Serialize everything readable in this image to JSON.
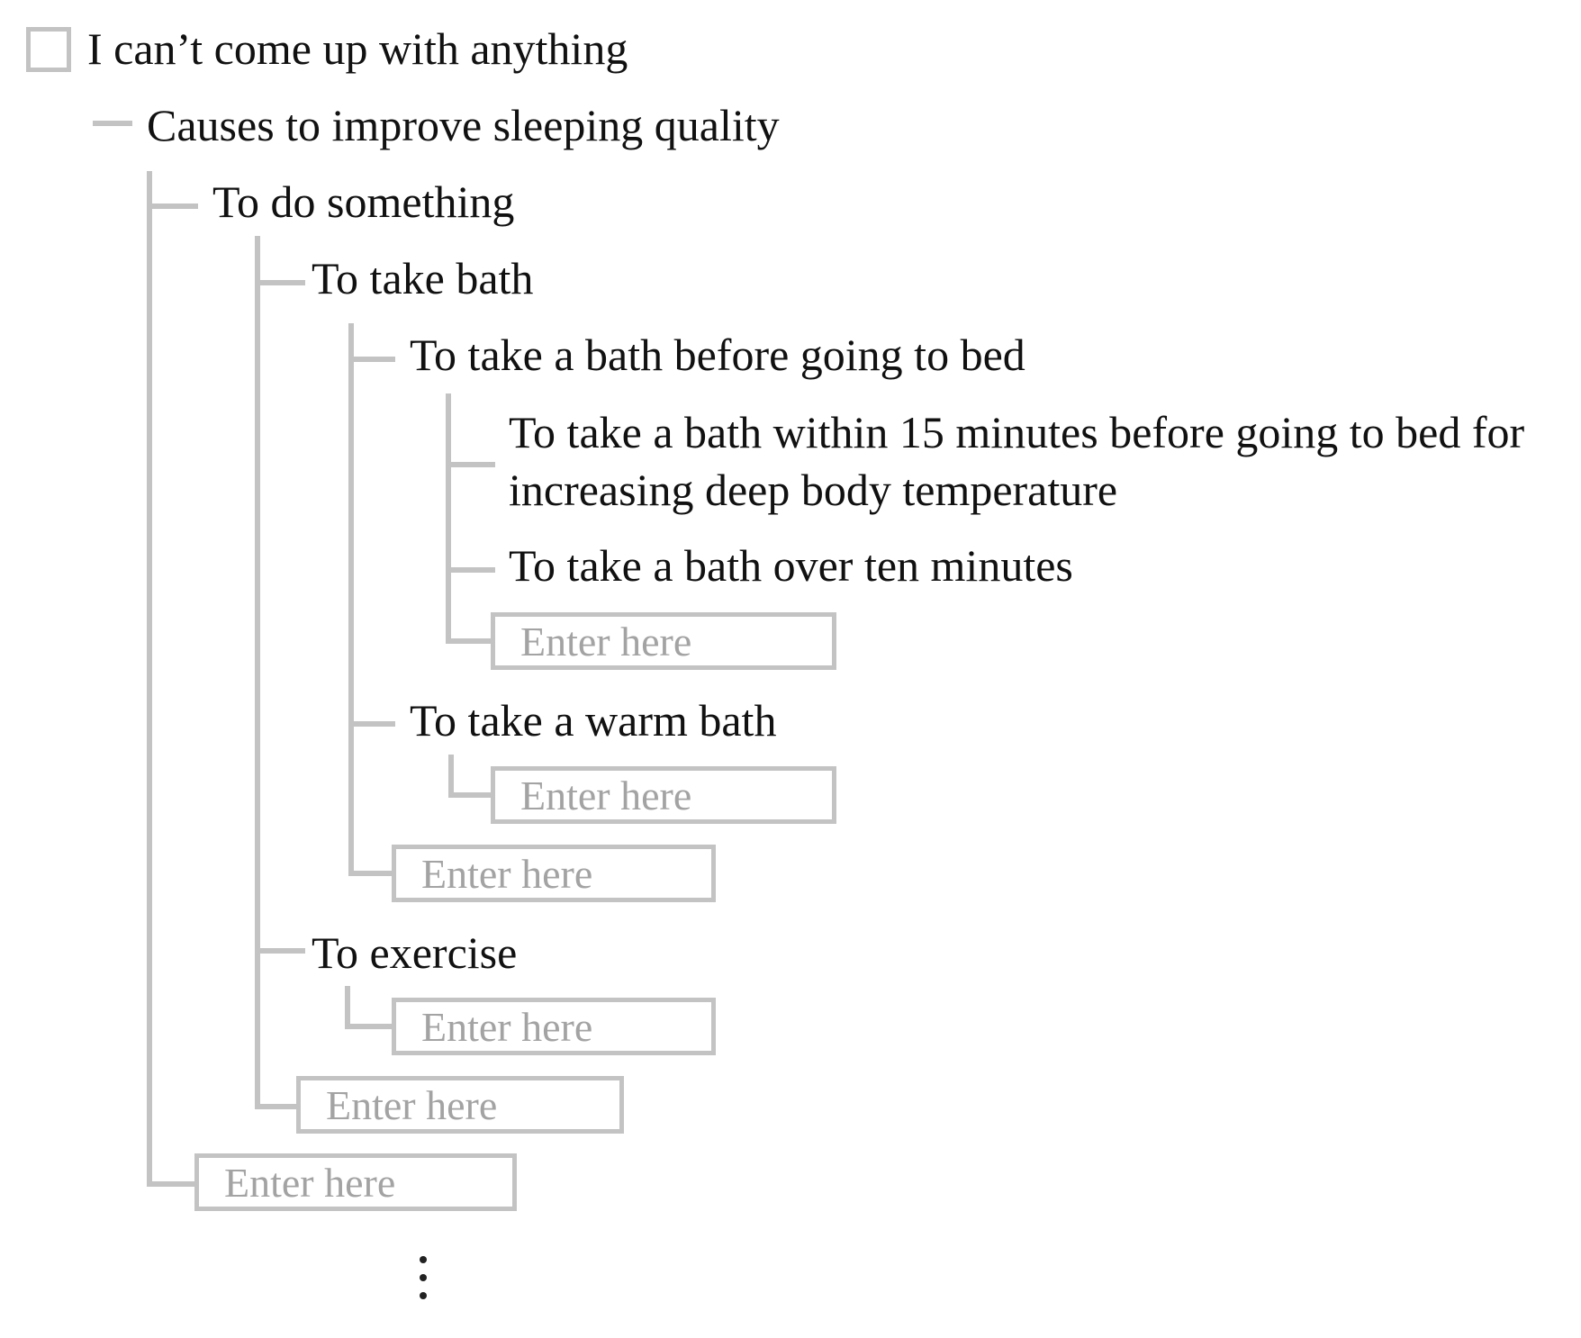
{
  "root": {
    "checkbox_label": "I can’t come up with anything"
  },
  "tree": {
    "root_node": "Causes to improve sleeping quality",
    "node_do_something": "To do something",
    "node_take_bath": "To take bath",
    "node_bath_before_bed": "To take a bath before going to bed",
    "node_bath_15_min": "To take a bath within 15 minutes before going to bed for increasing deep body temperature",
    "node_bath_ten_min": "To take a bath over ten minutes",
    "node_warm_bath": "To take a warm bath",
    "node_exercise": "To exercise"
  },
  "inputs": {
    "placeholder": "Enter here"
  },
  "icons": {
    "collapse": "minus-icon",
    "more": "vertical-ellipsis-icon"
  },
  "colors": {
    "line": "#c3c3c3",
    "text": "#111111",
    "placeholder": "#a3a3a3"
  }
}
